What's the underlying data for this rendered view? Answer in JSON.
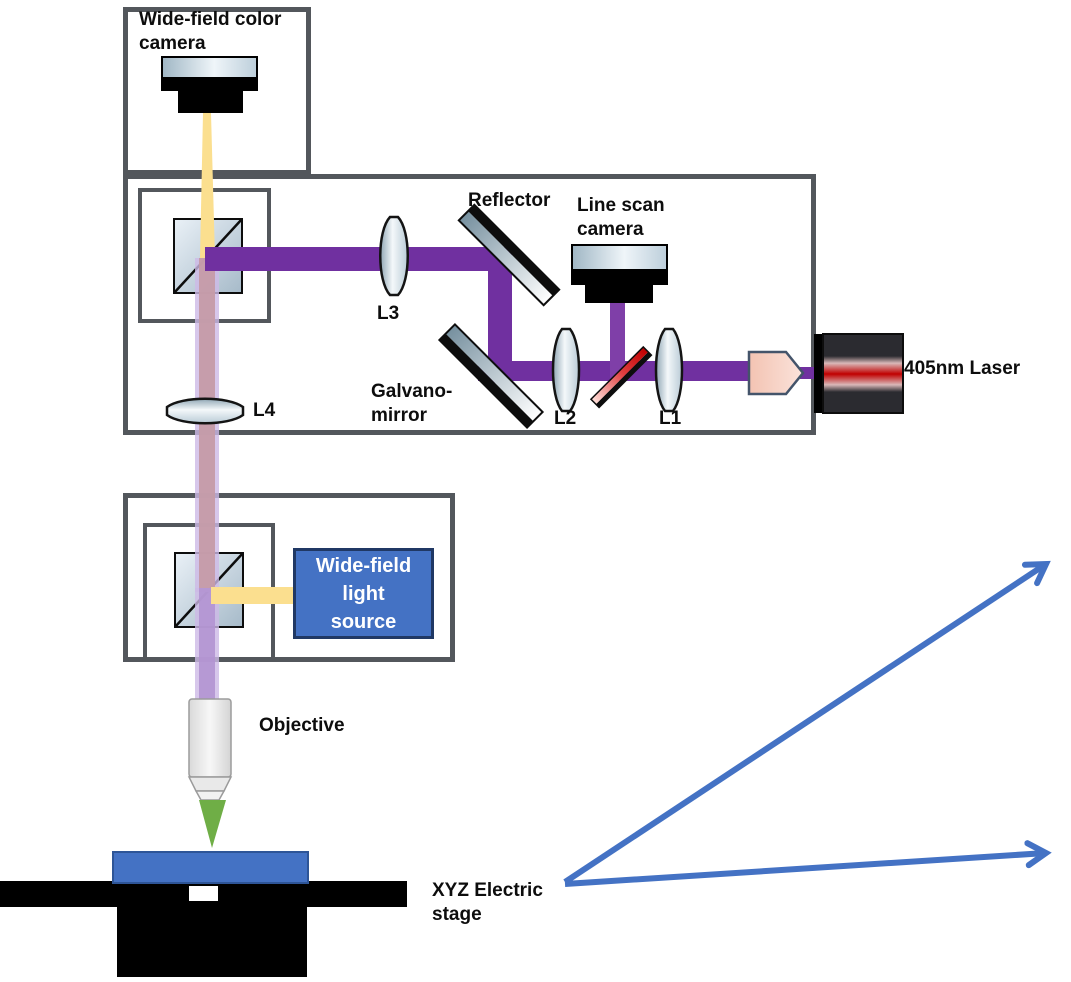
{
  "labels": {
    "wide_field_camera": {
      "line1": "Wide-field color",
      "line2": "camera"
    },
    "reflector": "Reflector",
    "line_scan_camera": {
      "line1": "Line scan",
      "line2": "camera"
    },
    "l1": "L1",
    "l2": "L2",
    "l3": "L3",
    "l4": "L4",
    "galvano_mirror": {
      "line1": "Galvano-",
      "line2": "mirror"
    },
    "laser": "405nm Laser",
    "light_source": {
      "line1": "Wide-field",
      "line2": "light",
      "line3": "source"
    },
    "objective": "Objective",
    "stage": {
      "line1": "XYZ Electric",
      "line2": "stage"
    }
  },
  "colors": {
    "laser_beam_purple": "#7030A0",
    "camera_beam_purple": "#7F3FA8",
    "widefield_beam_yellow": "#FBDF8F",
    "detection_beam_pink": "#C59BA8",
    "detection_beam_lavender": "#CDB9E6",
    "illumination_beam_lilac": "#B293D1",
    "arrow_blue": "#4472C4",
    "light_source_box_blue": "#4472C4",
    "sample_slide_blue": "#4472C4",
    "laser_glow_red": "#C00000",
    "green_focus_cone": "#6FAE46",
    "box_border_gray": "#53575C"
  }
}
